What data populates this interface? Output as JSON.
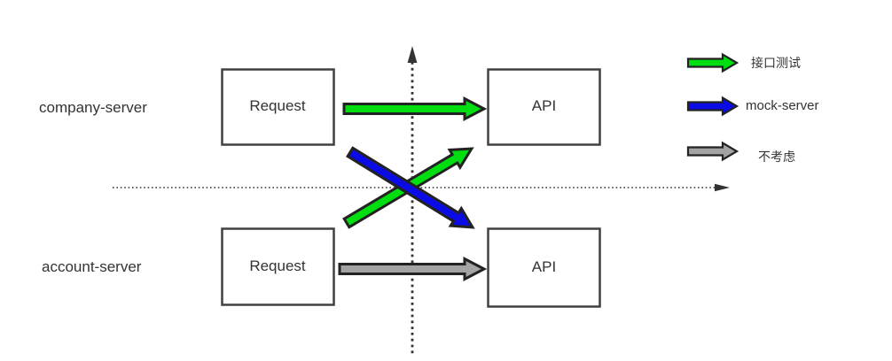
{
  "colors": {
    "green": "#00dd11",
    "blue": "#0b0be6",
    "gray": "#a3a3a3",
    "arrow_outline": "#222222",
    "box_border": "#404040",
    "axis": "#333333",
    "text": "#333333",
    "box_fill": "#ffffff"
  },
  "lanes": [
    {
      "label": "company-server",
      "request_label": "Request",
      "api_label": "API"
    },
    {
      "label": "account-server",
      "request_label": "Request",
      "api_label": "API"
    }
  ],
  "arrows": {
    "company_lane_color": "green",
    "account_lane_color": "gray",
    "cross_down_color": "blue",
    "cross_up_color": "green"
  },
  "legend": {
    "items": [
      {
        "label": "接口测试",
        "color": "green"
      },
      {
        "label": "mock-server",
        "color": "blue"
      },
      {
        "label": "不考虑",
        "color": "gray"
      }
    ]
  }
}
